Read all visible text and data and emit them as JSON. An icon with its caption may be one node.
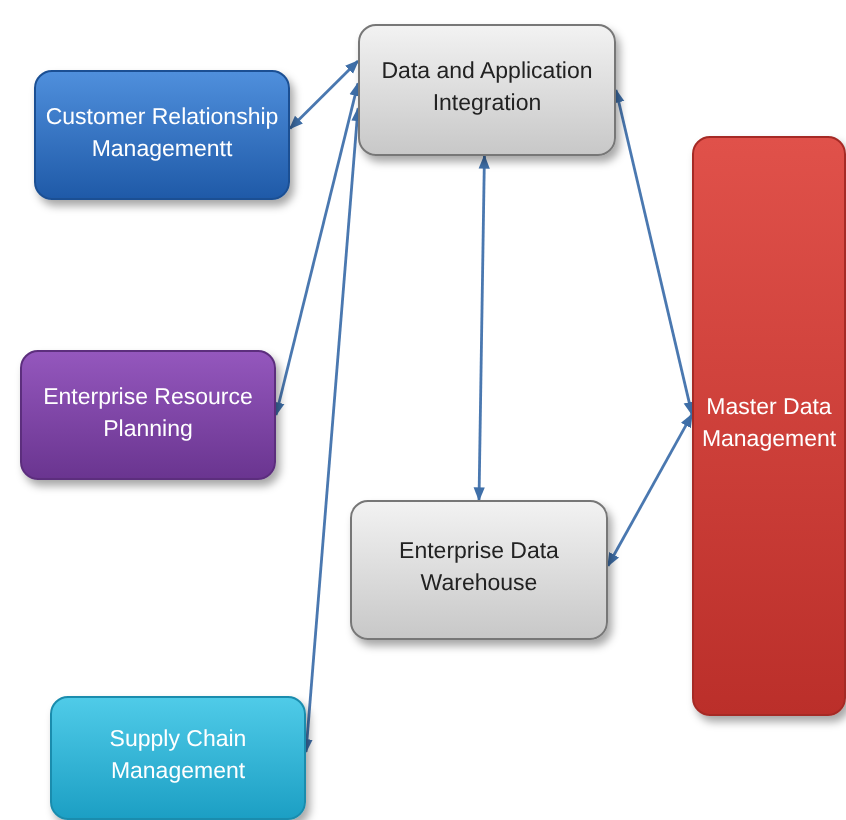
{
  "diagram": {
    "nodes": [
      {
        "text": [
          "Data and Application Integration"
        ]
      },
      {
        "text": [
          "Customer Relationship Managementt"
        ]
      },
      {
        "text": [
          "Master Data Management"
        ]
      },
      {
        "text": [
          "Enterprise Resource Planning"
        ]
      },
      {
        "text": [
          "Enterprise Data Warehouse"
        ]
      },
      {
        "text": [
          "Supply Chain Management"
        ]
      }
    ],
    "edges": [
      {
        "from": 0,
        "to": 1,
        "arrow": "both"
      },
      {
        "from": 0,
        "to": 3,
        "arrow": "both"
      },
      {
        "from": 0,
        "to": 5,
        "arrow": "both"
      },
      {
        "from": 0,
        "to": 4,
        "arrow": "both"
      },
      {
        "from": 2,
        "to": 0,
        "arrow": "both"
      },
      {
        "from": 2,
        "to": 4,
        "arrow": "both"
      }
    ]
  }
}
